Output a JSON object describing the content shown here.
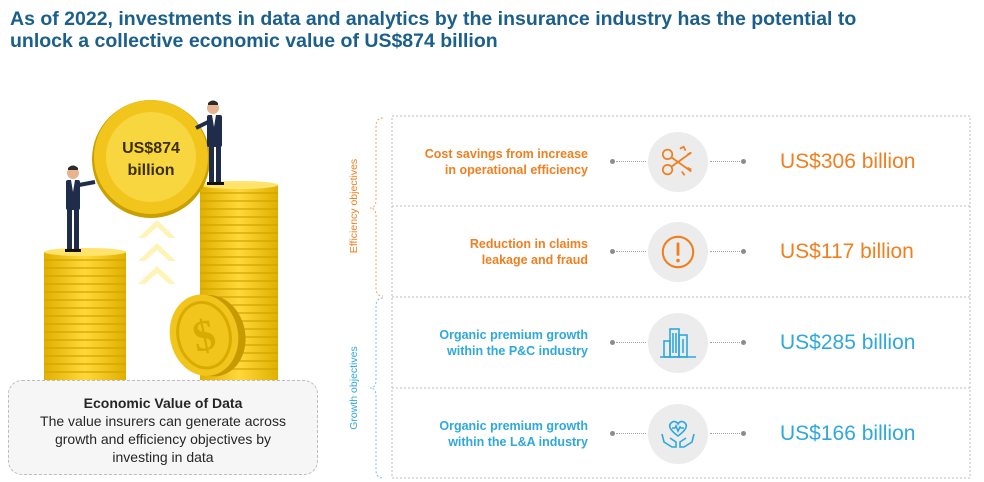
{
  "header": {
    "title_line1": "As of 2022, investments in data and analytics by the insurance industry has the potential to",
    "title_line2": "unlock a collective economic value of US$874 billion"
  },
  "illustration": {
    "coin_line1": "US$874",
    "coin_line2": "billion",
    "coin_symbol": "$"
  },
  "info_box": {
    "title": "Economic Value of Data",
    "text": "The value insurers can generate across growth and efficiency objectives by investing in data"
  },
  "groups": {
    "efficiency": "Efficiency objectives",
    "growth": "Growth objectives"
  },
  "rows": [
    {
      "label_line1": "Cost savings from increase",
      "label_line2": "in operational efficiency",
      "value": "US$306 billion",
      "icon": "scissors-cost-cut-icon",
      "color": "#f07f1f"
    },
    {
      "label_line1": "Reduction in claims",
      "label_line2": "leakage and fraud",
      "value": "US$117 billion",
      "icon": "exclamation-alert-icon",
      "color": "#f07f1f"
    },
    {
      "label_line1": "Organic premium growth",
      "label_line2": "within the P&C industry",
      "value": "US$285 billion",
      "icon": "buildings-icon",
      "color": "#2fa8de"
    },
    {
      "label_line1": "Organic premium growth",
      "label_line2": "within the L&A industry",
      "value": "US$166 billion",
      "icon": "heart-in-hands-icon",
      "color": "#2fa8de"
    }
  ],
  "colors": {
    "title": "#1b5f8c",
    "efficiency": "#f07f1f",
    "growth": "#2fa8de",
    "coin_gold": "#f2c51c",
    "coin_dark": "#c9a000"
  }
}
